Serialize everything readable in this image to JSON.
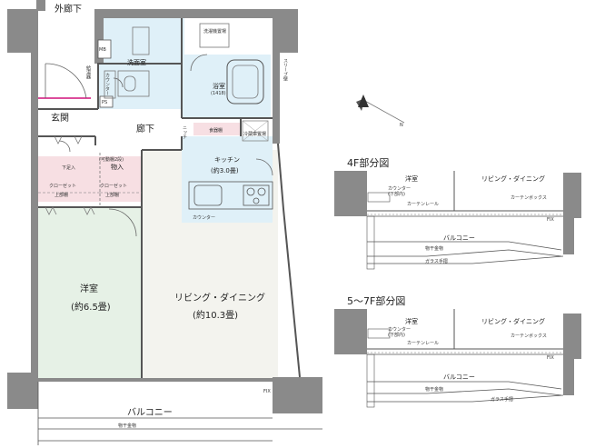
{
  "plan": {
    "corridor_outside": "外廊下",
    "mb": "MB",
    "pipe_space": "PS",
    "meter_box": "給湯器",
    "entrance": "玄関",
    "hallway": "廊下",
    "washroom": "洗面室",
    "washer_space": "洗濯機置場",
    "bathroom": "浴室",
    "bathroom_size": "(1418)",
    "counter_small": "カウンター",
    "shoe_box": "下足入",
    "storage": "物入",
    "storage_note": "(可動棚2段)",
    "closet_1": "クローゼット",
    "closet_2": "クローゼット",
    "upper_shelf_1": "上部棚",
    "upper_shelf_2": "上部棚",
    "niche": "ニッチ",
    "pantry": "食器棚",
    "fridge": "冷蔵庫置場",
    "kitchen": "キッチン",
    "kitchen_size": "(約3.0畳)",
    "kitchen_counter": "カウンター",
    "western_room": "洋室",
    "western_room_size": "(約6.5畳)",
    "living_dining": "リビング・ダイニング",
    "living_dining_size": "(約10.3畳)",
    "balcony": "バルコニー",
    "fix_window": "FIX",
    "handrail": "物干金物",
    "sleeve_wall": "スリーブ壁",
    "north": "N"
  },
  "floor4": {
    "title": "4F部分図",
    "western_room": "洋室",
    "living_dining": "リビング・ダイニング",
    "counter": "カウンター",
    "counter_note": "(下部内)",
    "curtain_rail": "カーテンレール",
    "curtain_box": "カーテンボックス",
    "fix": "FIX",
    "balcony": "バルコニー",
    "handrail": "物干金物",
    "glass_rail": "ガラス手摺"
  },
  "floor57": {
    "title": "5〜7F部分図",
    "western_room": "洋室",
    "living_dining": "リビング・ダイニング",
    "counter": "カウンター",
    "counter_note": "(下部内)",
    "curtain_rail": "カーテンレール",
    "curtain_box": "カーテンボックス",
    "fix": "FIX",
    "balcony": "バルコニー",
    "handrail": "物干金物",
    "glass_rail": "ガラス手摺"
  },
  "colors": {
    "wall": "#8a8a8a",
    "wet_area": "#dff0f8",
    "western_room": "#e6f1e6",
    "living": "#f3f3ee",
    "storage": "#f7dfe3",
    "accent_line": "#d0107a"
  }
}
